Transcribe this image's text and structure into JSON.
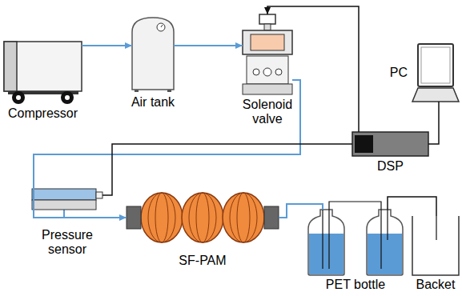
{
  "diagram": {
    "nodes": [
      {
        "text": [
          "Compressor"
        ]
      },
      {
        "text": [
          "Air tank"
        ]
      },
      {
        "text": [
          "Solenoid valve"
        ]
      },
      {
        "text": [
          "PC"
        ]
      },
      {
        "text": [
          "DSP"
        ]
      },
      {
        "text": [
          "Pressure sensor"
        ]
      },
      {
        "text": [
          "SF-PAM"
        ]
      },
      {
        "text": [
          "PET bottle"
        ]
      },
      {
        "text": [
          "Backet"
        ]
      }
    ],
    "edges": [
      {
        "from": 0,
        "to": 1,
        "arrow": "to"
      },
      {
        "from": 1,
        "to": 2,
        "arrow": "to"
      },
      {
        "from": 2,
        "to": 6,
        "arrow": "to"
      },
      {
        "from": 3,
        "to": 4,
        "arrow": "none"
      },
      {
        "from": 4,
        "to": 2,
        "arrow": "to"
      },
      {
        "from": 5,
        "to": 4,
        "arrow": "none"
      },
      {
        "from": 6,
        "to": 7,
        "arrow": "none"
      },
      {
        "from": 7,
        "to": 8,
        "arrow": "none"
      }
    ]
  }
}
